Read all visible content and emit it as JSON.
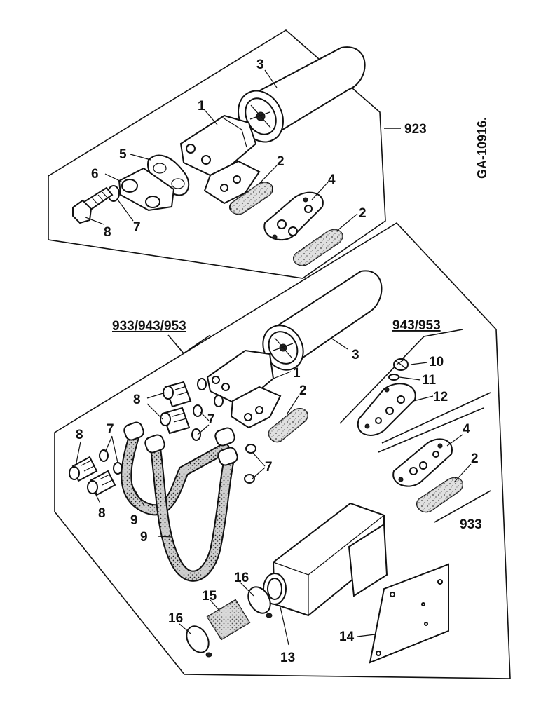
{
  "drawing_number": "GA-10916.",
  "groups": {
    "model_923": "923",
    "model_933_943_953": "933/943/953",
    "model_943_953": "943/953",
    "model_933": "933"
  },
  "callouts": {
    "top": [
      "3",
      "1",
      "5",
      "2",
      "6",
      "4",
      "8",
      "7",
      "2"
    ],
    "bottom": [
      "3",
      "1",
      "2",
      "10",
      "11",
      "12",
      "8",
      "7",
      "8",
      "7",
      "7",
      "4",
      "2",
      "8",
      "9",
      "9",
      "16",
      "15",
      "16",
      "13",
      "14"
    ]
  }
}
